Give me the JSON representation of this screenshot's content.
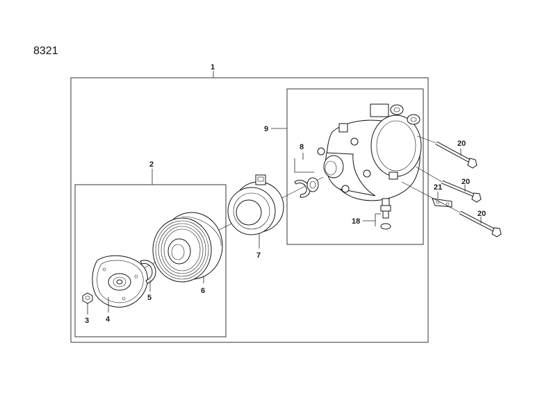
{
  "diagram_number": "8321",
  "labels": {
    "l1": "1",
    "l2": "2",
    "l3": "3",
    "l4": "4",
    "l5": "5",
    "l6": "6",
    "l7": "7",
    "l8": "8",
    "l9": "9",
    "l18": "18",
    "l20a": "20",
    "l20b": "20",
    "l20c": "20",
    "l21": "21"
  }
}
